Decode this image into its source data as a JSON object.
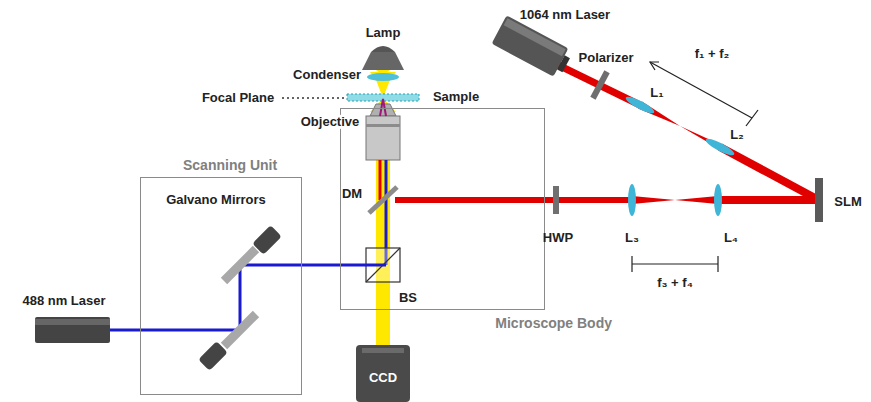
{
  "diagram": {
    "nodes": [
      {
        "text": [
          "Scanning Unit"
        ]
      },
      {
        "text": [
          "Microscope Body"
        ]
      }
    ],
    "labels": [
      "1064 nm Laser",
      "Lamp",
      "Condenser",
      "Focal Plane",
      "Sample",
      "Polarizer",
      "f₁ + f₂",
      "L₁",
      "L₂",
      "Objective",
      "DM",
      "SLM",
      "HWP",
      "L₃",
      "L₄",
      "f₃ + f₄",
      "Galvano Mirrors",
      "488 nm Laser",
      "BS",
      "CCD"
    ]
  }
}
